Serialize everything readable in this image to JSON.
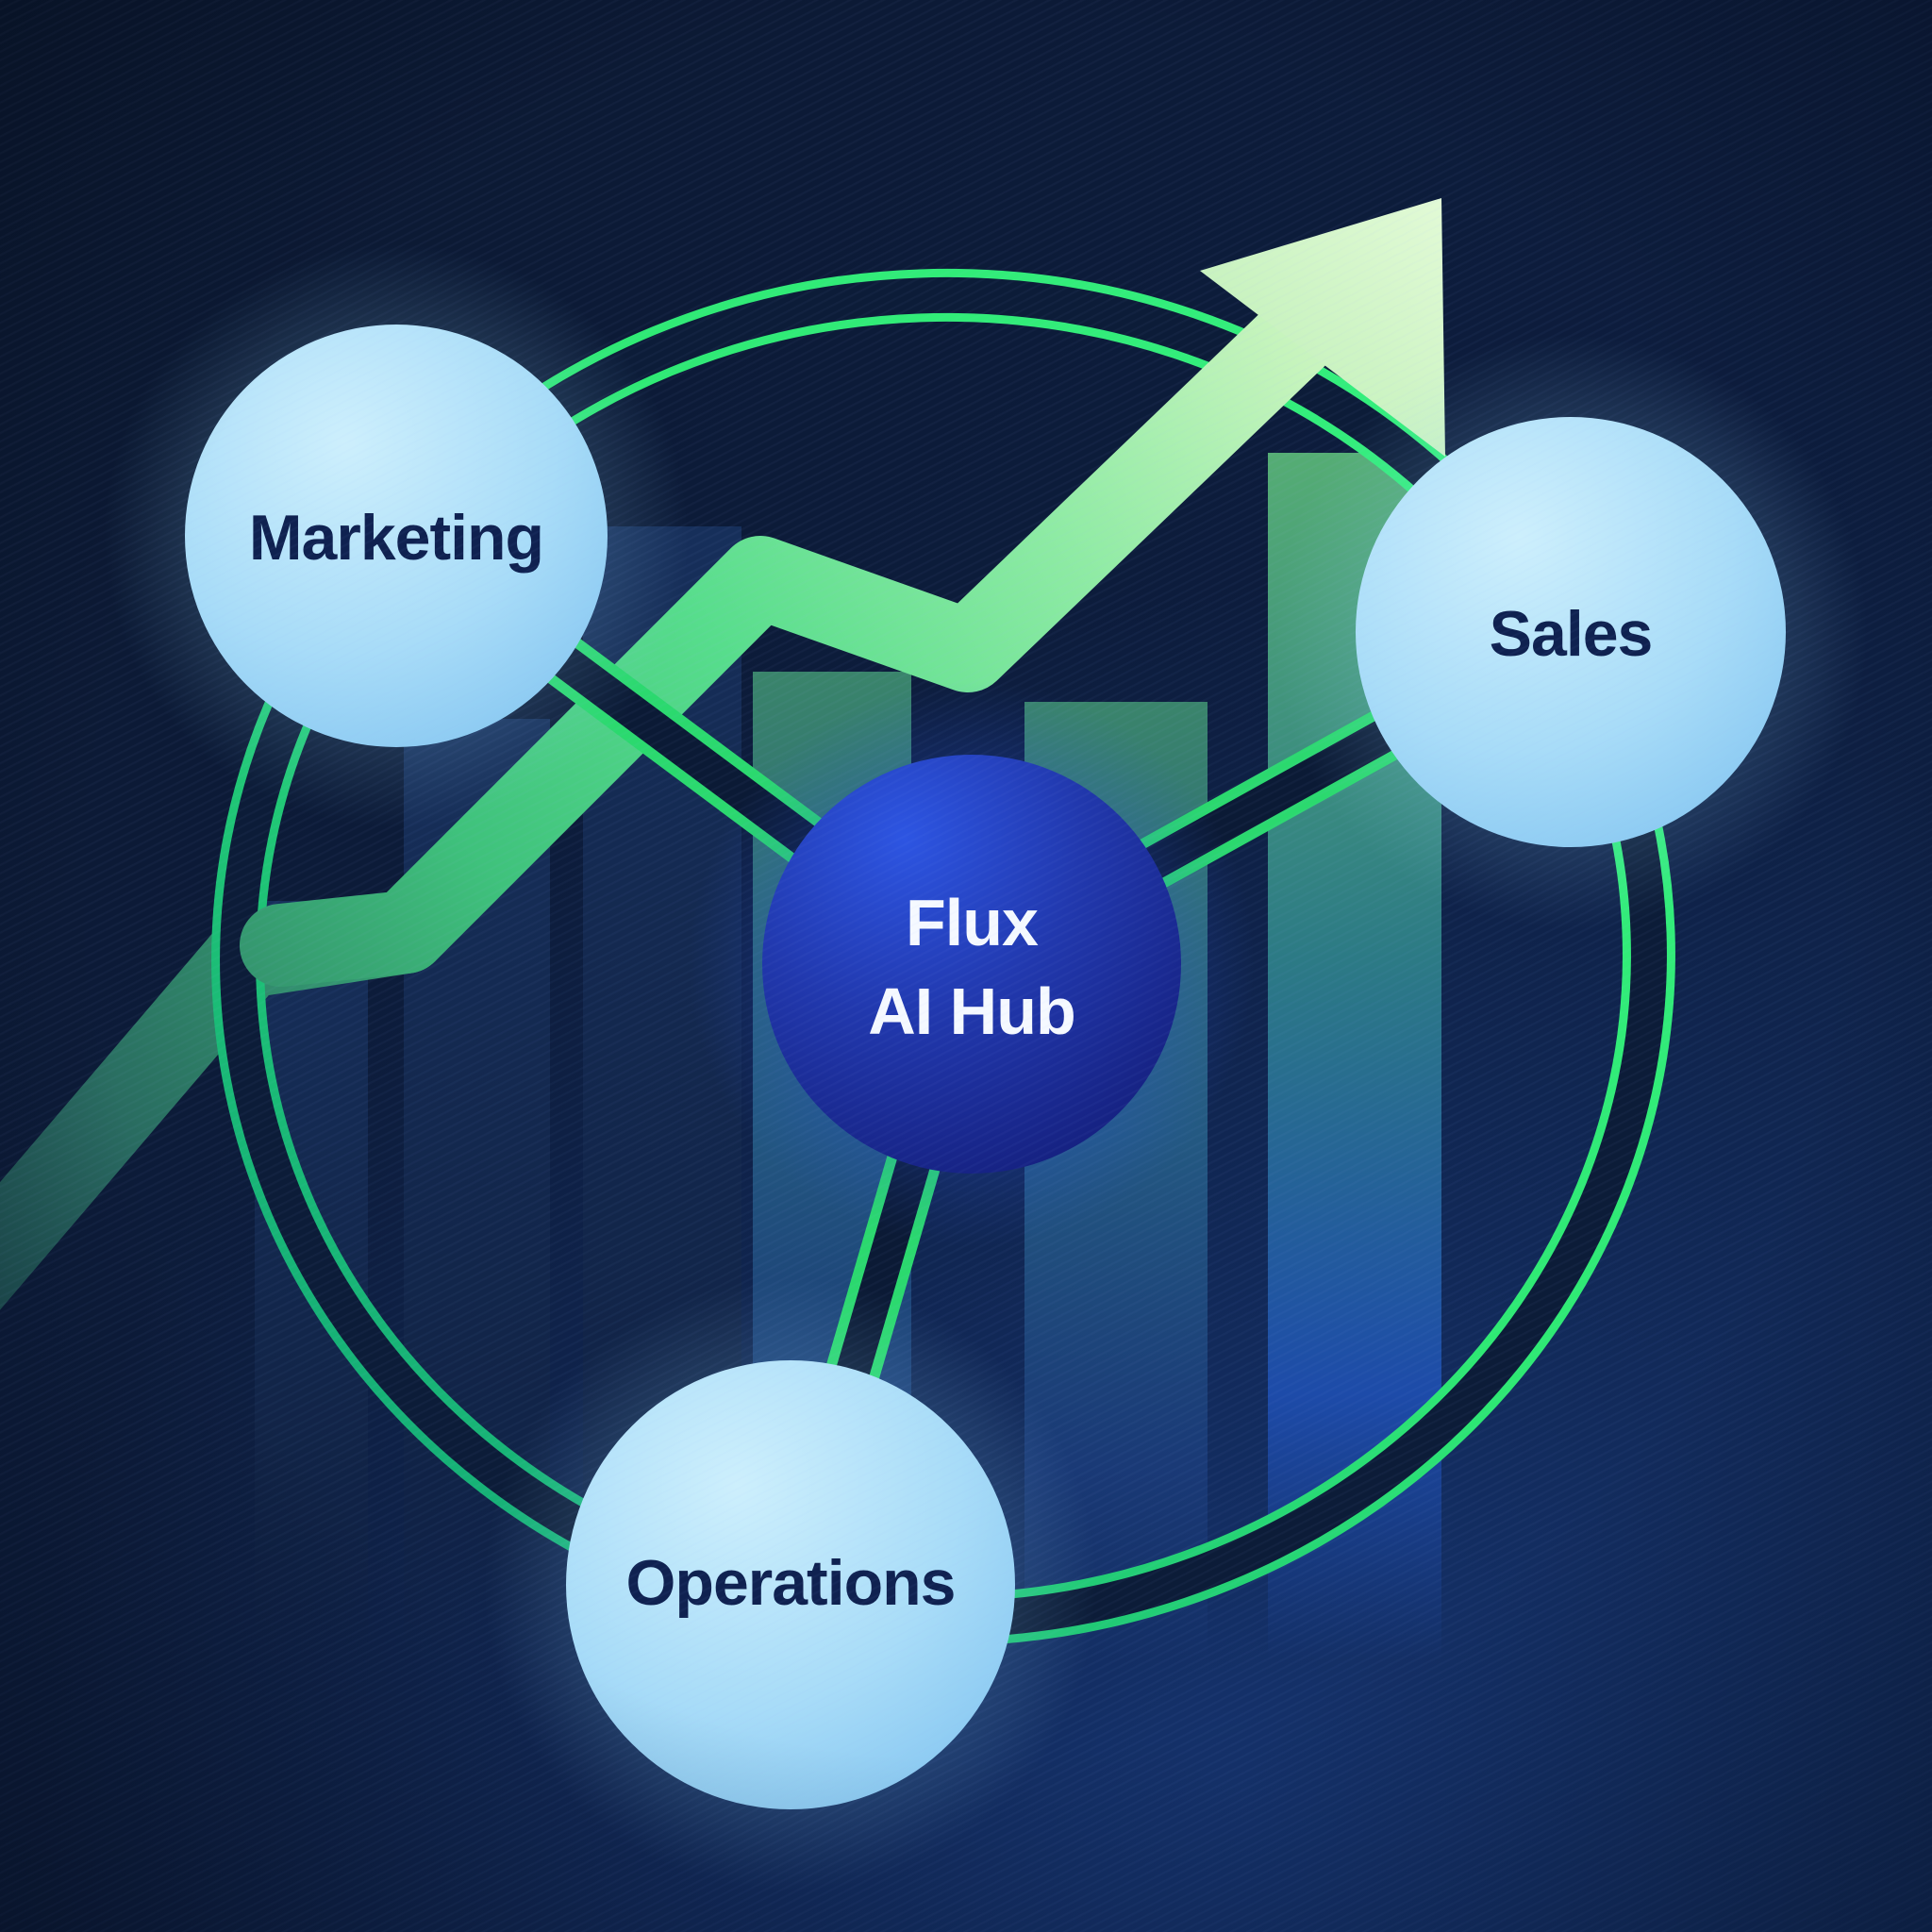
{
  "diagram": {
    "hub": {
      "label_line1": "Flux",
      "label_line2": "AI Hub"
    },
    "nodes": [
      {
        "id": "marketing",
        "label": "Marketing"
      },
      {
        "id": "sales",
        "label": "Sales"
      },
      {
        "id": "operations",
        "label": "Operations"
      }
    ],
    "colors": {
      "background_navy": "#0d1b38",
      "accent_green": "#2ee973",
      "arrow_pale_green": "#d9f8cf",
      "node_fill_light_blue": "#a8dcf8",
      "node_text_navy": "#0f2150",
      "hub_fill_deep_blue": "#1c2f9e",
      "hub_text_white": "#f5f9ff",
      "bar_bright_blue": "#1d4ba9",
      "bar_teal": "#3f9070"
    }
  }
}
